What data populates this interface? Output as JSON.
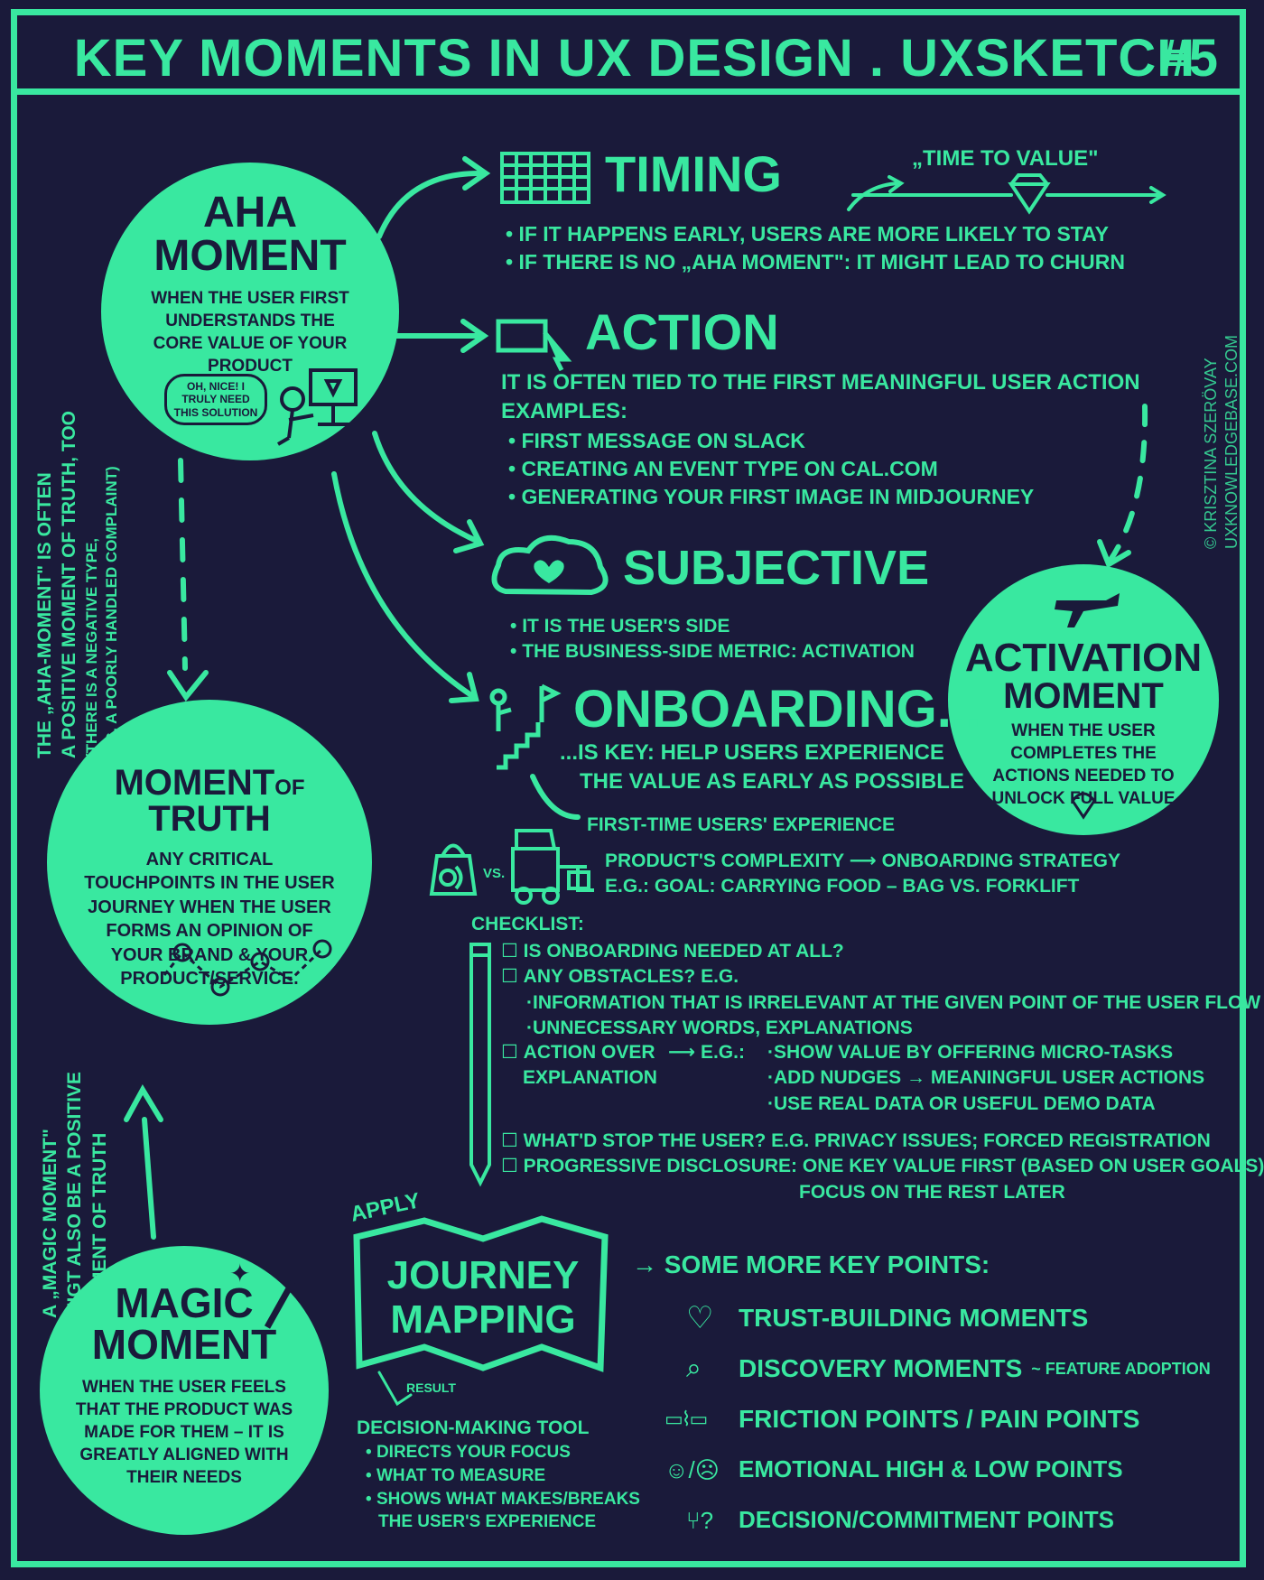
{
  "title": "KEY MOMENTS IN UX DESIGN . UXSKETCH",
  "issue": "#5",
  "credit": {
    "name": "© KRISZTINA SZERÖVAY",
    "site": "UXKNOWLEDGEBASE.COM"
  },
  "aha": {
    "heading_1": "AHA",
    "heading_2": "MOMENT",
    "desc": "WHEN THE USER FIRST UNDERSTANDS THE CORE VALUE OF YOUR PRODUCT",
    "bubble": "OH, NICE! I TRULY NEED THIS SOLUTION"
  },
  "aha_side_note": {
    "line1": "THE „AHA-MOMENT\" IS OFTEN",
    "line2": "A POSITIVE MOMENT OF TRUTH, TOO",
    "line3": "(THERE IS A NEGATIVE TYPE,",
    "line4": "E.G. A POORLY HANDLED COMPLAINT)"
  },
  "timing": {
    "heading": "TIMING",
    "time_to_value": "„TIME TO VALUE\"",
    "bullets": [
      "IF IT HAPPENS EARLY, USERS ARE MORE LIKELY TO STAY",
      "IF THERE IS NO „AHA MOMENT\": IT MIGHT LEAD TO CHURN"
    ]
  },
  "action": {
    "heading": "ACTION",
    "line": "IT IS OFTEN TIED TO THE FIRST MEANINGFUL USER ACTION",
    "examples_label": "EXAMPLES:",
    "examples": [
      "FIRST MESSAGE ON SLACK",
      "CREATING AN EVENT TYPE ON CAL.COM",
      "GENERATING YOUR FIRST IMAGE IN MIDJOURNEY"
    ]
  },
  "subjective": {
    "heading": "SUBJECTIVE",
    "bullets": [
      "IT IS THE USER'S SIDE",
      "THE BUSINESS-SIDE METRIC: ACTIVATION"
    ]
  },
  "activation": {
    "heading_1": "ACTIVATION",
    "heading_2": "MOMENT",
    "desc": "WHEN THE USER COMPLETES THE ACTIONS NEEDED TO UNLOCK FULL VALUE"
  },
  "onboarding": {
    "heading": "ONBOARDING...",
    "line1": "...IS KEY: HELP USERS EXPERIENCE",
    "line2": "THE VALUE AS EARLY AS POSSIBLE",
    "first_time": "FIRST-TIME USERS' EXPERIENCE",
    "vs": "VS.",
    "complexity": "PRODUCT'S COMPLEXITY ⟶ ONBOARDING STRATEGY",
    "example": "E.G.: GOAL: CARRYING FOOD – BAG VS. FORKLIFT"
  },
  "checklist": {
    "label": "CHECKLIST:",
    "item1": "IS ONBOARDING NEEDED AT ALL?",
    "item2": "ANY OBSTACLES? E.G.",
    "item2_sub1": "·INFORMATION THAT IS IRRELEVANT AT THE GIVEN POINT OF THE USER FLOW",
    "item2_sub2": "·UNNECESSARY WORDS, EXPLANATIONS",
    "item3_a": "ACTION OVER",
    "item3_b": "EXPLANATION",
    "item3_arrow": "⟶ E.G.:",
    "item3_sub1": "·SHOW VALUE BY OFFERING MICRO-TASKS",
    "item3_sub2": "·ADD NUDGES → MEANINGFUL USER ACTIONS",
    "item3_sub3": "·USE REAL DATA OR USEFUL DEMO DATA",
    "item4": "WHAT'D STOP THE USER? E.G. PRIVACY ISSUES; FORCED REGISTRATION",
    "item5": "PROGRESSIVE DISCLOSURE: ONE KEY VALUE FIRST (BASED ON USER GOALS)",
    "item5_cont": "FOCUS ON THE REST LATER"
  },
  "truth": {
    "heading_1": "MOMENT",
    "heading_of": "OF",
    "heading_2": "TRUTH",
    "desc": "ANY CRITICAL TOUCHPOINTS IN THE USER JOURNEY WHEN THE USER FORMS AN OPINION OF YOUR BRAND & YOUR PRODUCT/SERVICE."
  },
  "magic_side_note": {
    "line1": "A „MAGIC MOMENT\"",
    "line2": "MIGT ALSO BE A POSITIVE",
    "line3": "MOMENT OF TRUTH"
  },
  "magic": {
    "heading_1": "MAGIC",
    "heading_2": "MOMENT",
    "desc": "WHEN THE USER FEELS THAT THE PRODUCT WAS MADE FOR THEM – IT IS GREATLY ALIGNED WITH THEIR NEEDS"
  },
  "journey": {
    "apply": "APPLY",
    "heading_1": "JOURNEY",
    "heading_2": "MAPPING",
    "result": "RESULT",
    "tool": "DECISION-MAKING TOOL",
    "bullets": [
      "DIRECTS YOUR FOCUS",
      "WHAT TO MEASURE",
      "SHOWS WHAT MAKES/BREAKS"
    ],
    "bullet3_cont": "THE USER'S EXPERIENCE"
  },
  "key_points": {
    "heading": "→ SOME MORE KEY POINTS:",
    "items": [
      {
        "icon": "heart-icon",
        "label": "TRUST-BUILDING MOMENTS"
      },
      {
        "icon": "magnifier-star-icon",
        "label": "DISCOVERY MOMENTS",
        "note": "~ FEATURE ADOPTION"
      },
      {
        "icon": "friction-gap-icon",
        "label": "FRICTION POINTS / PAIN POINTS"
      },
      {
        "icon": "happy-sad-face-icon",
        "label": "EMOTIONAL HIGH & LOW POINTS",
        "glyph": "☺/☹"
      },
      {
        "icon": "branch-question-icon",
        "label": "DECISION/COMMITMENT POINTS",
        "glyph": "?"
      }
    ]
  },
  "colors": {
    "background": "#1a1a3a",
    "accent": "#39e8a0"
  }
}
